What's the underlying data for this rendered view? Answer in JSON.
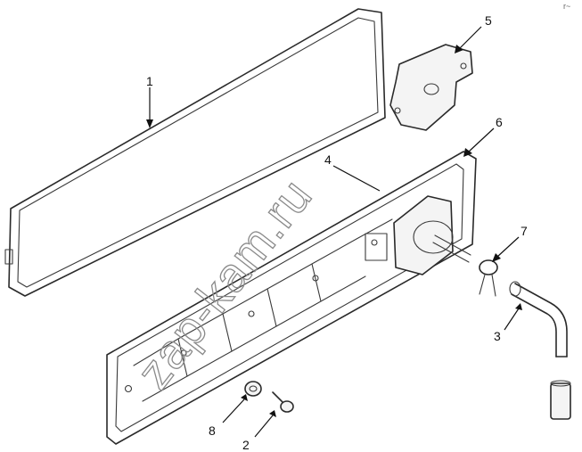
{
  "watermark": "zap-kam.ru",
  "corner_mark": "r~",
  "callouts": [
    "1",
    "2",
    "3",
    "4",
    "5",
    "6",
    "7",
    "8"
  ]
}
